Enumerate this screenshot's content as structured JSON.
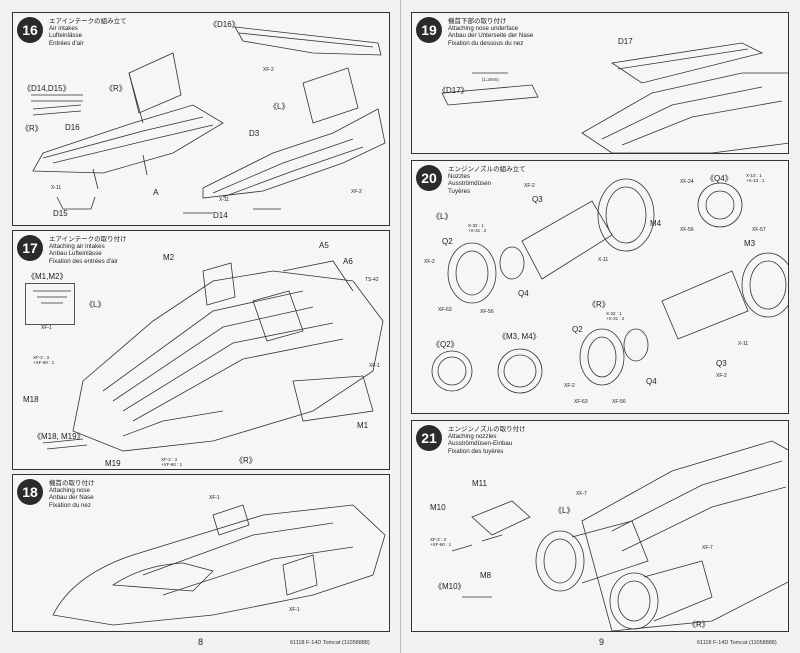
{
  "steps": [
    {
      "num": "16",
      "jp": "エアインテークの組み立て",
      "en": "Air intakes",
      "de": "Lufteinlässe",
      "fr": "Entrées d'air"
    },
    {
      "num": "17",
      "jp": "エアインテークの取り付け",
      "en": "Attaching air intakes",
      "de": "Anbau Lufteinlässe",
      "fr": "Fixation des entrées d'air"
    },
    {
      "num": "18",
      "jp": "機首の取り付け",
      "en": "Attaching nose",
      "de": "Anbau der Nase",
      "fr": "Fixation du nez"
    },
    {
      "num": "19",
      "jp": "機首下部の取り付け",
      "en": "Attaching nose underface",
      "de": "Anbau der Unterseite der Nase",
      "fr": "Fixation du dessous du nez"
    },
    {
      "num": "20",
      "jp": "エンジンノズルの組み立て",
      "en": "Nozzles",
      "de": "Ausströmdüsen",
      "fr": "Tuyères"
    },
    {
      "num": "21",
      "jp": "エンジンノズルの取り付け",
      "en": "Attaching nozzles",
      "de": "Ausströmdüsen-Einbau",
      "fr": "Fixation des tuyères"
    }
  ],
  "labels16": {
    "d16_top": "《D16》",
    "d14d15": "《D14,D15》",
    "r": "《R》",
    "l": "《L》",
    "rr": "《R》",
    "d16": "D16",
    "d3": "D3",
    "d15": "D15",
    "d14": "D14",
    "x11a": "X-11",
    "x11b": "X-11",
    "xf2a": "XF-2",
    "xf2b": "XF-2",
    "a": "A"
  },
  "labels17": {
    "m1m2": "《M1,M2》",
    "m2": "M2",
    "a5": "A5",
    "a6": "A6",
    "l": "《L》",
    "r": "《R》",
    "m1": "M1",
    "m18": "M18",
    "m18m19": "《M18, M19》",
    "m19": "M19",
    "xf1a": "XF-1",
    "xf1b": "XF-1",
    "ts42": "TS-42",
    "xf2mix": "XF-2 : 3\n+XF-60 : 1",
    "xf2mix2": "XF-2 : 3\n+XF-60 : 1"
  },
  "labels18": {
    "xf1a": "XF-1",
    "xf1b": "XF-1"
  },
  "labels19": {
    "d17": "D17",
    "d17b": "《D17》",
    "dim": "(1.2mm)"
  },
  "labels20": {
    "l": "《L》",
    "r": "《R》",
    "q4p": "《Q4》",
    "q2p": "《Q2》",
    "m3m4": "《M3, M4》",
    "q3a": "Q3",
    "q2a": "Q2",
    "q4a": "Q4",
    "m4": "M4",
    "m3": "M3",
    "q2b": "Q2",
    "q4b": "Q4",
    "q3b": "Q3",
    "xf2a": "XF-2",
    "xf2b": "XF-2",
    "xf2c": "XF-2",
    "xf24": "XF-24",
    "xf56": "XF-56",
    "xf57": "XF-57",
    "xf63a": "XF-63",
    "xf56b": "XF-56",
    "xf63b": "XF-63",
    "xf56c": "XF-56",
    "x11a": "X-11",
    "x11b": "X-11",
    "mix1": "X-32 : 1\n+X-31 : 2",
    "mix2": "X-10 : 1\n+X-13 : 1",
    "mix3": "X-32 : 1\n+X-31 : 2"
  },
  "labels21": {
    "m11": "M11",
    "m10": "M10",
    "m8": "M8",
    "m10p": "《M10》",
    "l": "《L》",
    "r": "《R》",
    "xf7a": "XF-7",
    "xf7b": "XF-7",
    "mix": "XF-2 : 3\n+XF-60 : 1"
  },
  "footer": {
    "left_num": "8",
    "left_code": "61118 F-14D Tomcat (11058888)",
    "right_num": "9",
    "right_code": "61118 F-14D Tomcat (11058888)"
  }
}
